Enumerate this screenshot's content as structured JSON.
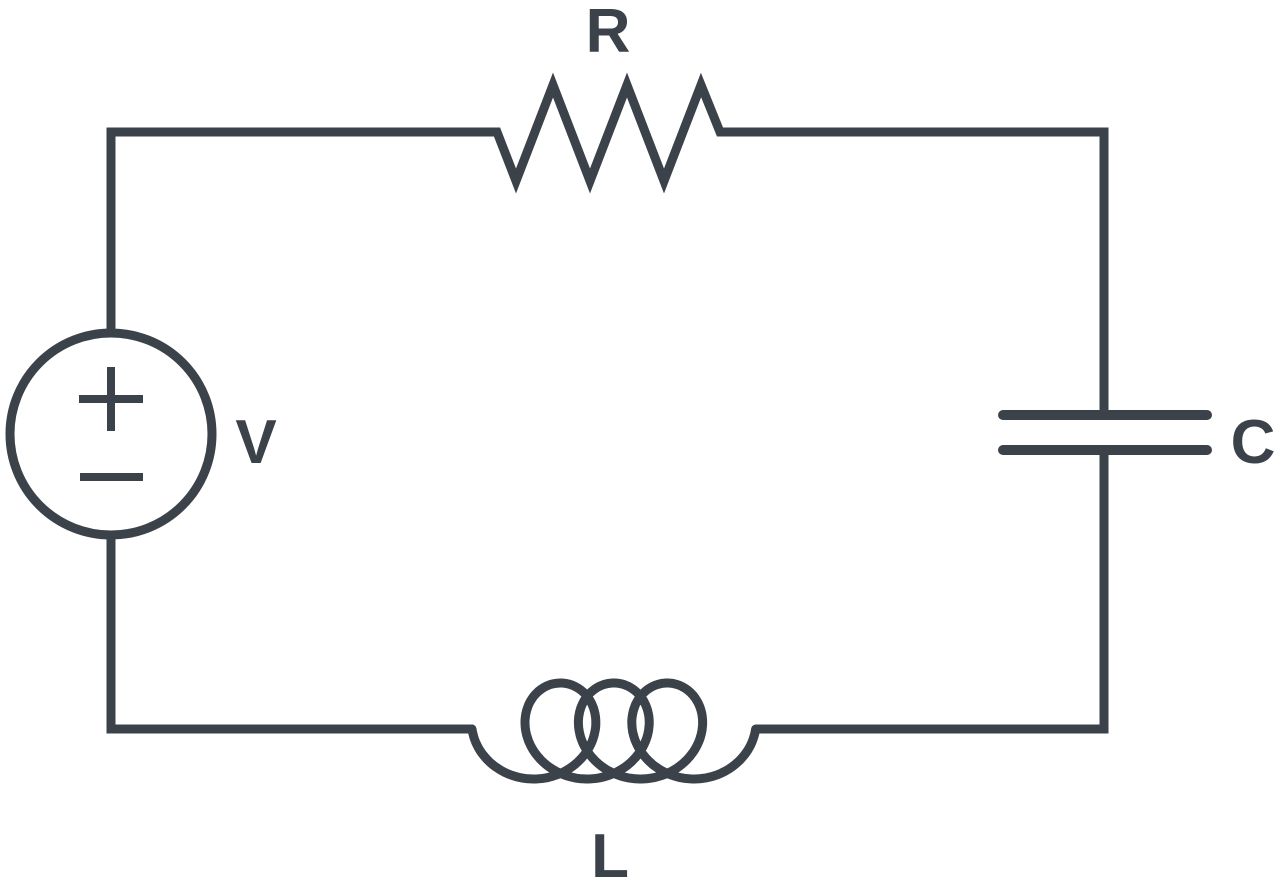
{
  "colors": {
    "stroke": "#3b424a",
    "background": "#ffffff"
  },
  "labels": {
    "resistor": "R",
    "source": "V",
    "capacitor": "C",
    "inductor": "L"
  },
  "source": {
    "positive_terminal": "+",
    "negative_terminal": "−"
  }
}
